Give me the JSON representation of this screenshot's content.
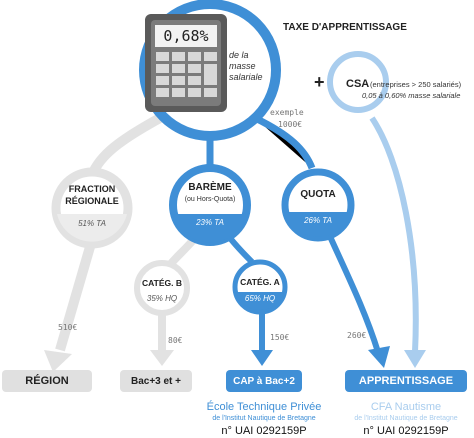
{
  "title": "TAXE D'APPRENTISSAGE",
  "calculator": {
    "display": "0,68%",
    "label_line1": "de la",
    "label_line2": "masse",
    "label_line3": "salariale"
  },
  "example": {
    "label": "exemple",
    "amount": "1000€"
  },
  "plus": "+",
  "csa": {
    "title": "CSA",
    "line1": "(entreprises > 250 salariés)",
    "line2": "0,05 à 0,60% masse salariale"
  },
  "fraction": {
    "title1": "FRACTION",
    "title2": "RÉGIONALE",
    "rate": "51% TA",
    "amount": "510€"
  },
  "bareme": {
    "title": "BARÈME",
    "subtitle": "(ou Hors-Quota)",
    "rate": "23% TA"
  },
  "quota": {
    "title": "QUOTA",
    "rate": "26% TA",
    "amount": "260€"
  },
  "categ_b": {
    "title": "CATÉG. B",
    "rate": "35% HQ",
    "amount": "80€"
  },
  "categ_a": {
    "title": "CATÉG. A",
    "rate": "65% HQ",
    "amount": "150€"
  },
  "destinations": {
    "region": "RÉGION",
    "bac3": "Bac+3 et +",
    "cap": "CAP à Bac+2",
    "apprentissage": "APPRENTISSAGE"
  },
  "schools": {
    "left_title": "École Technique Privée",
    "left_sub": "de l'Institut Nautique de Bretagne",
    "left_uai": "n° UAI 0292159P",
    "right_title": "CFA Nautisme",
    "right_sub": "de l'Institut Nautique de Bretagne",
    "right_uai": "n° UAI 0292159P"
  },
  "colors": {
    "blue": "#3f8fd6",
    "lightblue": "#a9cdee",
    "gray": "#e0e0e0",
    "darkgray": "#bdbdbd"
  }
}
